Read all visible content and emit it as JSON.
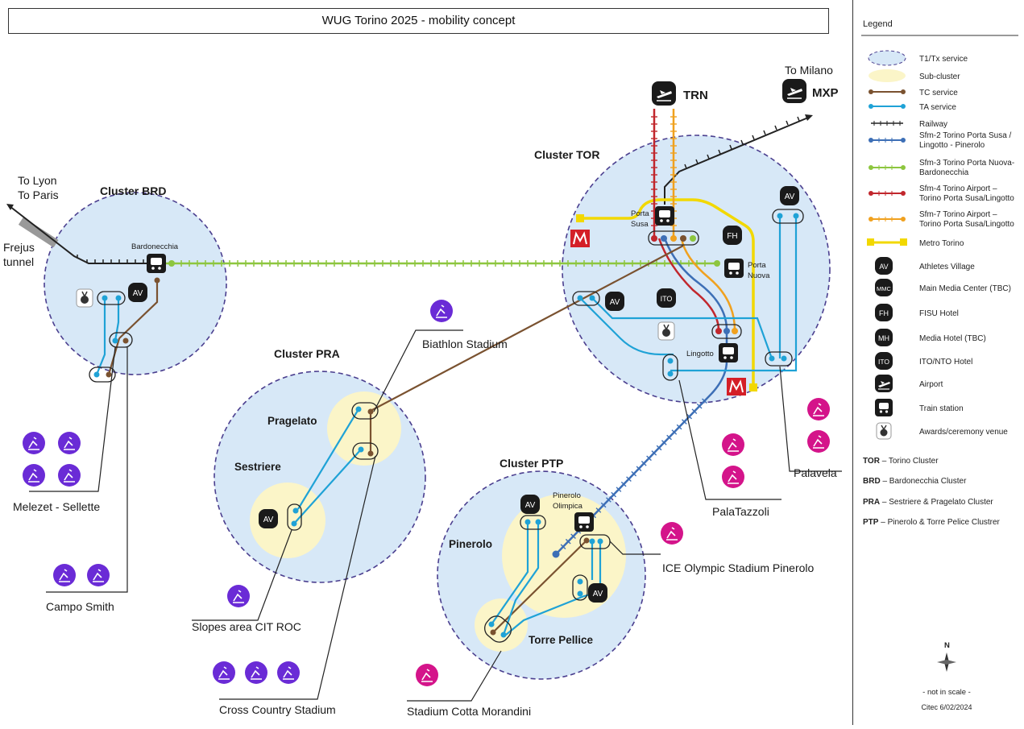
{
  "title": "WUG Torino 2025 - mobility concept",
  "clusters": {
    "brd": "Cluster BRD",
    "pra": "Cluster PRA",
    "tor": "Cluster TOR",
    "ptp": "Cluster PTP"
  },
  "places": {
    "to_lyon": "To Lyon",
    "to_paris": "To Paris",
    "frejus_1": "Frejus",
    "frejus_2": "tunnel",
    "to_milano": "To Milano",
    "trn": "TRN",
    "mxp": "MXP",
    "bardonecchia": "Bardonecchia",
    "porta_susa_1": "Porta",
    "porta_susa_2": "Susa",
    "porta_nuova_1": "Porta",
    "porta_nuova_2": "Nuova",
    "lingotto": "Lingotto",
    "pragelato": "Pragelato",
    "sestriere": "Sestriere",
    "pinerolo": "Pinerolo",
    "pinerolo_olimpica_1": "Pinerolo",
    "pinerolo_olimpica_2": "Olimpica",
    "torre_pellice": "Torre Pellice"
  },
  "venues": {
    "biathlon": "Biathlon Stadium",
    "melezet": "Melezet - Sellette",
    "campo_smith": "Campo Smith",
    "slopes": "Slopes area CIT ROC",
    "cross_country": "Cross Country Stadium",
    "cotta_morandini": "Stadium Cotta Morandini",
    "ice_olympic": "ICE Olympic Stadium Pinerolo",
    "palatazzoli": "PalaTazzoli",
    "palavela": "Palavela"
  },
  "badges": {
    "av": "AV",
    "fh": "FH",
    "ito": "ITO",
    "mh": "MH",
    "mmc": "MMC",
    "metro": "M"
  },
  "legend": {
    "heading": "Legend",
    "items": [
      {
        "label1": "T1/Tx service",
        "label2": ""
      },
      {
        "label1": "Sub-cluster",
        "label2": ""
      },
      {
        "label1": "TC service",
        "label2": ""
      },
      {
        "label1": "TA service",
        "label2": ""
      },
      {
        "label1": "Railway",
        "label2": ""
      },
      {
        "label1": "Sfm-2 Torino Porta Susa /",
        "label2": "Lingotto - Pinerolo"
      },
      {
        "label1": "Sfm-3 Torino Porta Nuova-",
        "label2": "Bardonecchia"
      },
      {
        "label1": "Sfm-4 Torino Airport –",
        "label2": "Torino Porta Susa/Lingotto"
      },
      {
        "label1": "Sfm-7 Torino Airport –",
        "label2": "Torino Porta Susa/Lingotto"
      },
      {
        "label1": "Metro Torino",
        "label2": ""
      },
      {
        "label1": "Athletes Village",
        "label2": ""
      },
      {
        "label1": "Main Media Center (TBC)",
        "label2": ""
      },
      {
        "label1": "FISU Hotel",
        "label2": ""
      },
      {
        "label1": "Media Hotel (TBC)",
        "label2": ""
      },
      {
        "label1": "ITO/NTO Hotel",
        "label2": ""
      },
      {
        "label1": "Airport",
        "label2": ""
      },
      {
        "label1": "Train station",
        "label2": ""
      },
      {
        "label1": "Awards/ceremony venue",
        "label2": ""
      }
    ],
    "abbreviations": [
      {
        "code": "TOR",
        "text": " – Torino Cluster"
      },
      {
        "code": "BRD",
        "text": " – Bardonecchia Cluster"
      },
      {
        "code": "PRA",
        "text": " – Sestriere & Pragelato  Cluster"
      },
      {
        "code": "PTP",
        "text": " – Pinerolo & Torre Pelice Clustrer"
      }
    ],
    "north": "N",
    "scale_note": "- not in scale -",
    "credit": "Citec 6/02/2024"
  },
  "colors": {
    "cluster_fill": "#d7e8f7",
    "cluster_border": "#4b3f8f",
    "subcluster_fill": "#fbf5c8",
    "tc": "#7a5230",
    "ta": "#1fa2d6",
    "rail": "#222222",
    "sfm2": "#3d6fb6",
    "sfm3": "#8dc63f",
    "sfm4": "#c1272d",
    "sfm7": "#f0a11f",
    "metro": "#f2d800",
    "metro_badge": "#d41f27",
    "venue_icon_a": "#6a2bd6",
    "venue_icon_b": "#d4148a"
  },
  "icons": [
    "airport-icon",
    "train-station-icon",
    "award-icon",
    "metro-icon",
    "north-arrow-icon",
    "venue-sport-icon"
  ]
}
